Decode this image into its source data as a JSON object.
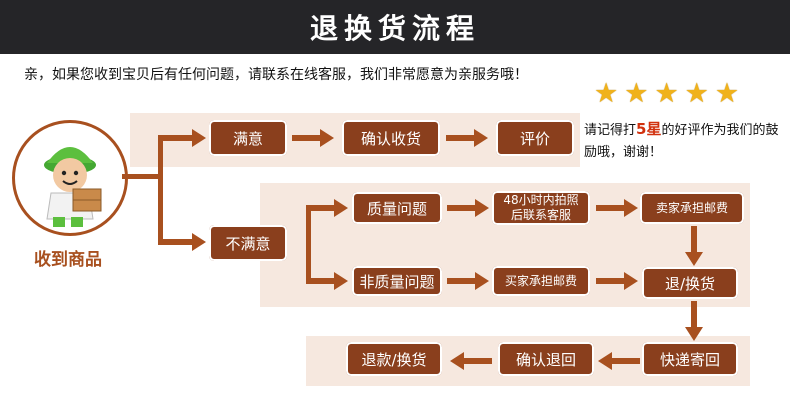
{
  "header": {
    "title": "退换货流程"
  },
  "intro": "亲，如果您收到宝贝后有任何问题，请联系在线客服，我们非常愿意为亲服务哦！",
  "praise": {
    "before": "请记得打",
    "highlight": "5星",
    "after": "的好评作为我们的鼓励哦，谢谢！"
  },
  "start": {
    "label": "收到商品"
  },
  "nodes": {
    "satisfied": "满意",
    "confirm_receipt": "确认收货",
    "review": "评价",
    "unsatisfied": "不满意",
    "quality_issue": "质量问题",
    "photo_contact": "48小时内拍照后联系客服",
    "seller_shipping": "卖家承担邮费",
    "non_quality_issue": "非质量问题",
    "buyer_shipping": "买家承担邮费",
    "return_exchange": "退/换货",
    "courier_return": "快递寄回",
    "confirm_return": "确认退回",
    "refund_exchange": "退款/换货"
  },
  "colors": {
    "header_bg": "#252528",
    "node": "#8a3f1d",
    "arrow": "#a8501f",
    "band": "#f6e8df",
    "star": "#f0b21b"
  }
}
